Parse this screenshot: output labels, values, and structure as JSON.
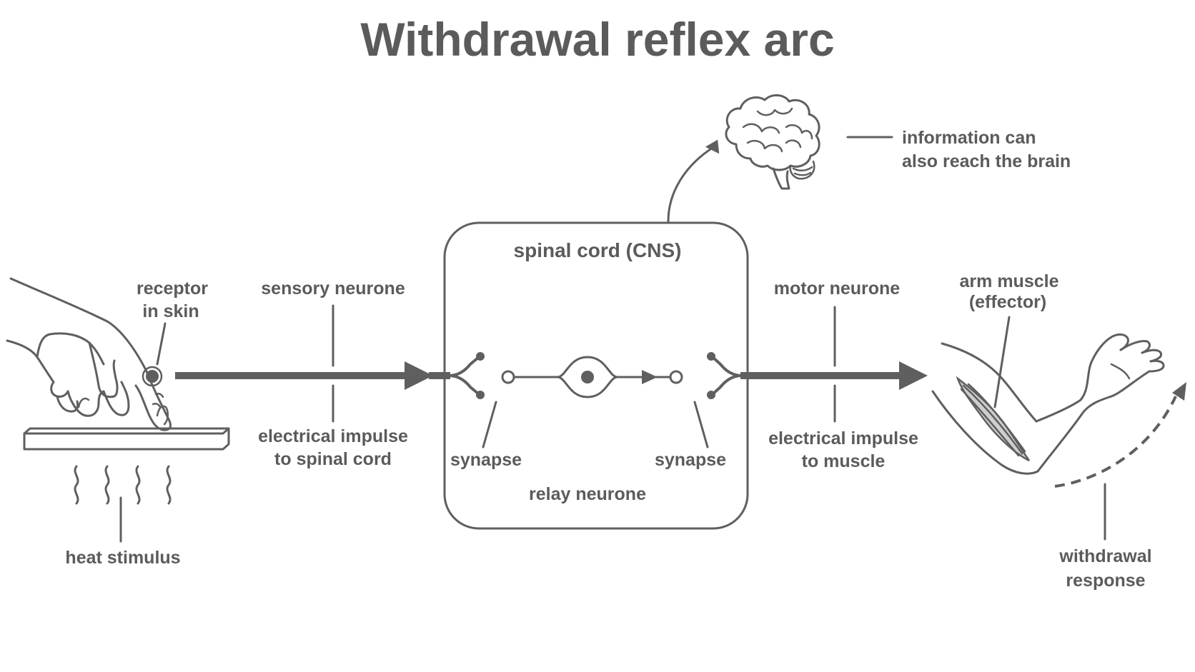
{
  "title": "Withdrawal reflex arc",
  "labels": {
    "receptor": [
      "receptor",
      "in skin"
    ],
    "heat_stimulus": "heat stimulus",
    "sensory_neurone": "sensory neurone",
    "sensory_impulse": [
      "electrical impulse",
      "to spinal cord"
    ],
    "spinal_cord": "spinal cord (CNS)",
    "synapse_left": "synapse",
    "synapse_right": "synapse",
    "relay_neurone": "relay neurone",
    "motor_neurone": "motor neurone",
    "motor_impulse": [
      "electrical impulse",
      "to muscle"
    ],
    "arm_muscle": [
      "arm muscle",
      "(effector)"
    ],
    "withdrawal_response": [
      "withdrawal",
      "response"
    ],
    "brain_info": [
      "information can",
      "also reach the brain"
    ]
  },
  "colors": {
    "ink": "#5f5f5f",
    "text": "#5b5b5b",
    "background": "#ffffff"
  }
}
